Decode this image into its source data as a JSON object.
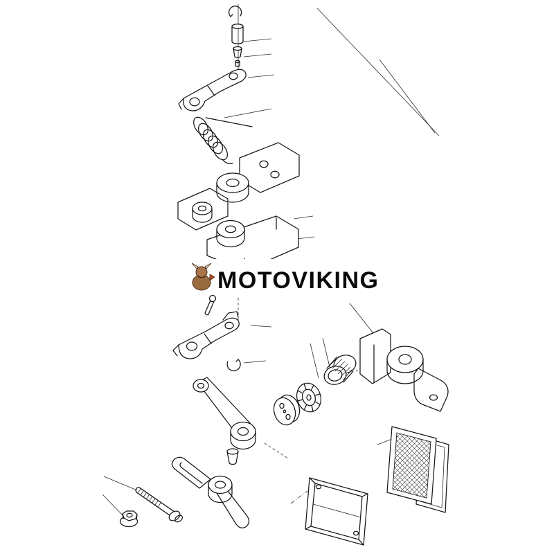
{
  "brand": {
    "watermark": "MOTOVIKING",
    "text_color": "#0a0a0a",
    "mascot": "viking-mascot-icon",
    "mascot_colors": {
      "body": "#9a6b3f",
      "head": "#a9744a",
      "horn": "#e8dcc0",
      "accent": "#b5482a"
    }
  },
  "diagram": {
    "type": "exploded-parts-diagram",
    "background": "#ffffff",
    "line_color": "#161616",
    "parts": [
      "retaining-clip-top",
      "pivot-pin",
      "bushing",
      "upper-bracket",
      "torsion-spring",
      "main-mount-casting",
      "split-pin",
      "lower-bracket",
      "retaining-clip-lower",
      "lever-arm",
      "cone-spacer",
      "governor-plate",
      "toothed-disc",
      "knurled-cup",
      "pivot-housing",
      "hatched-pad",
      "backing-plate",
      "channel-bracket",
      "bolt",
      "flange-nut",
      "control-lever"
    ]
  }
}
